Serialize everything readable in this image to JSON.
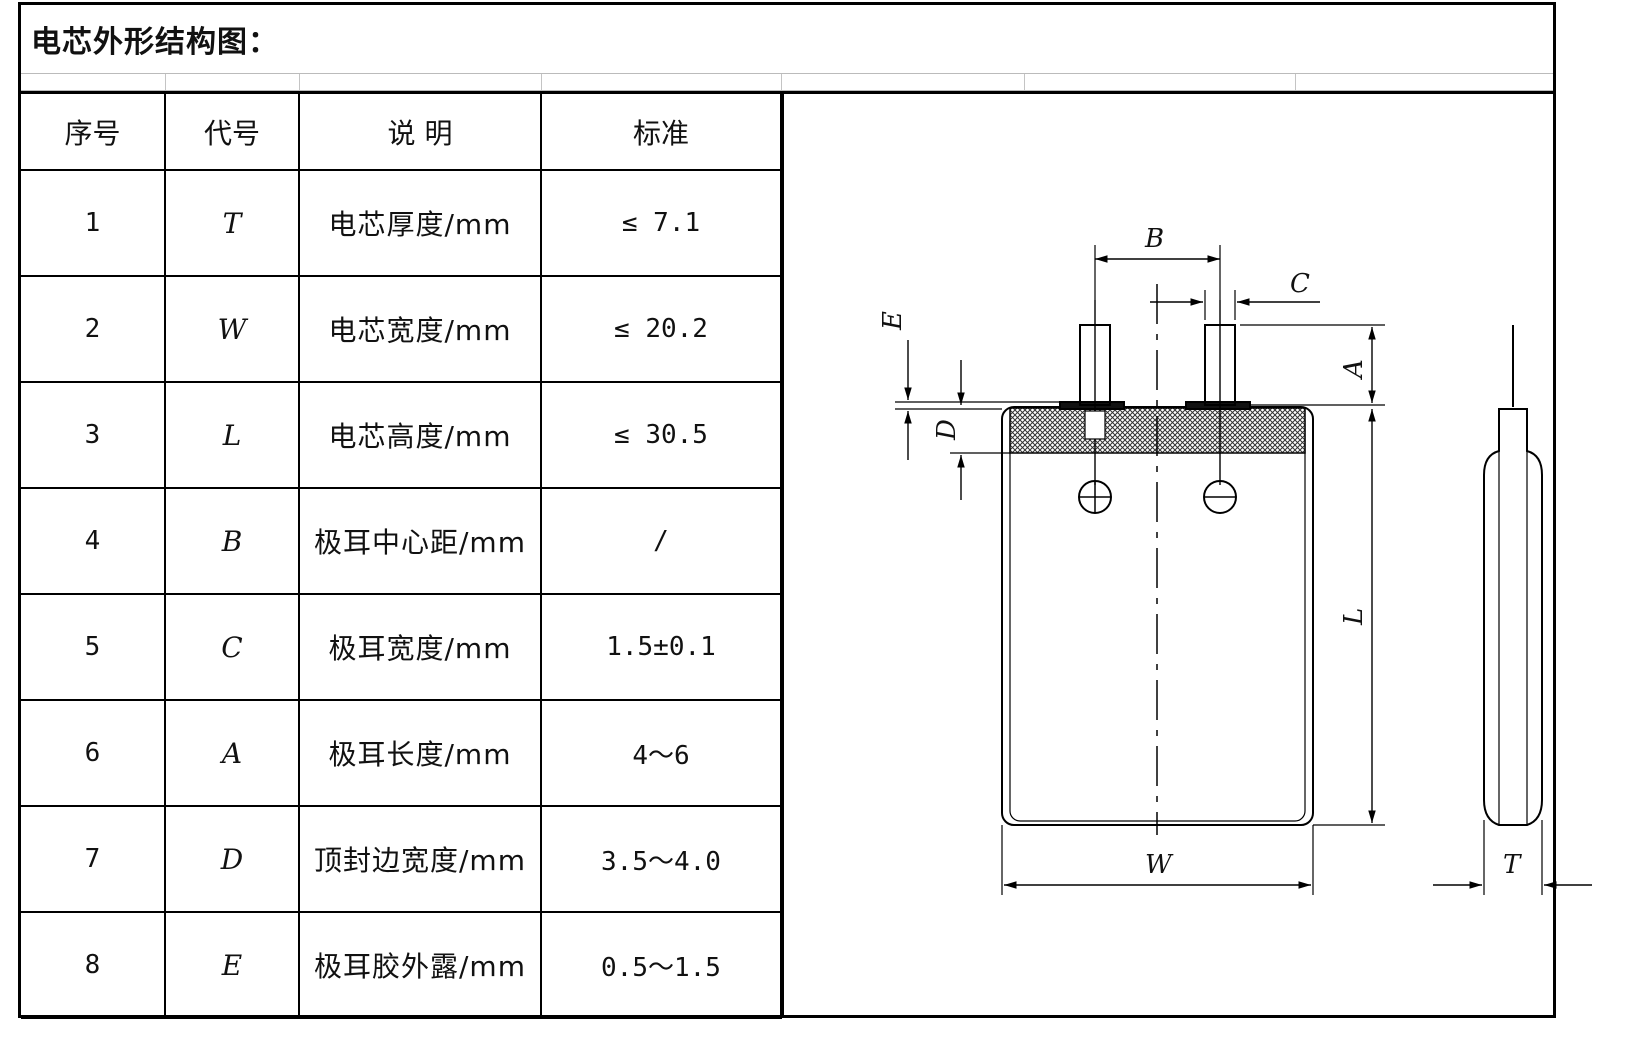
{
  "title": "电芯外形结构图：",
  "table": {
    "headers": [
      "序号",
      "代号",
      "说 明",
      "标准"
    ],
    "rows": [
      {
        "no": "1",
        "code": "T",
        "desc": "电芯厚度/mm",
        "std": "≤ 7.1"
      },
      {
        "no": "2",
        "code": "W",
        "desc": "电芯宽度/mm",
        "std": "≤ 20.2"
      },
      {
        "no": "3",
        "code": "L",
        "desc": "电芯高度/mm",
        "std": "≤ 30.5"
      },
      {
        "no": "4",
        "code": "B",
        "desc": "极耳中心距/mm",
        "std": "/"
      },
      {
        "no": "5",
        "code": "C",
        "desc": "极耳宽度/mm",
        "std": "1.5±0.1"
      },
      {
        "no": "6",
        "code": "A",
        "desc": "极耳长度/mm",
        "std": "4～6"
      },
      {
        "no": "7",
        "code": "D",
        "desc": "顶封边宽度/mm",
        "std": "3.5～4.0"
      },
      {
        "no": "8",
        "code": "E",
        "desc": "极耳胶外露/mm",
        "std": "0.5～1.5"
      }
    ]
  },
  "drawing": {
    "labels": {
      "B": "B",
      "C": "C",
      "E": "E",
      "A": "A",
      "D": "D",
      "L": "L",
      "W": "W",
      "T": "T"
    }
  }
}
